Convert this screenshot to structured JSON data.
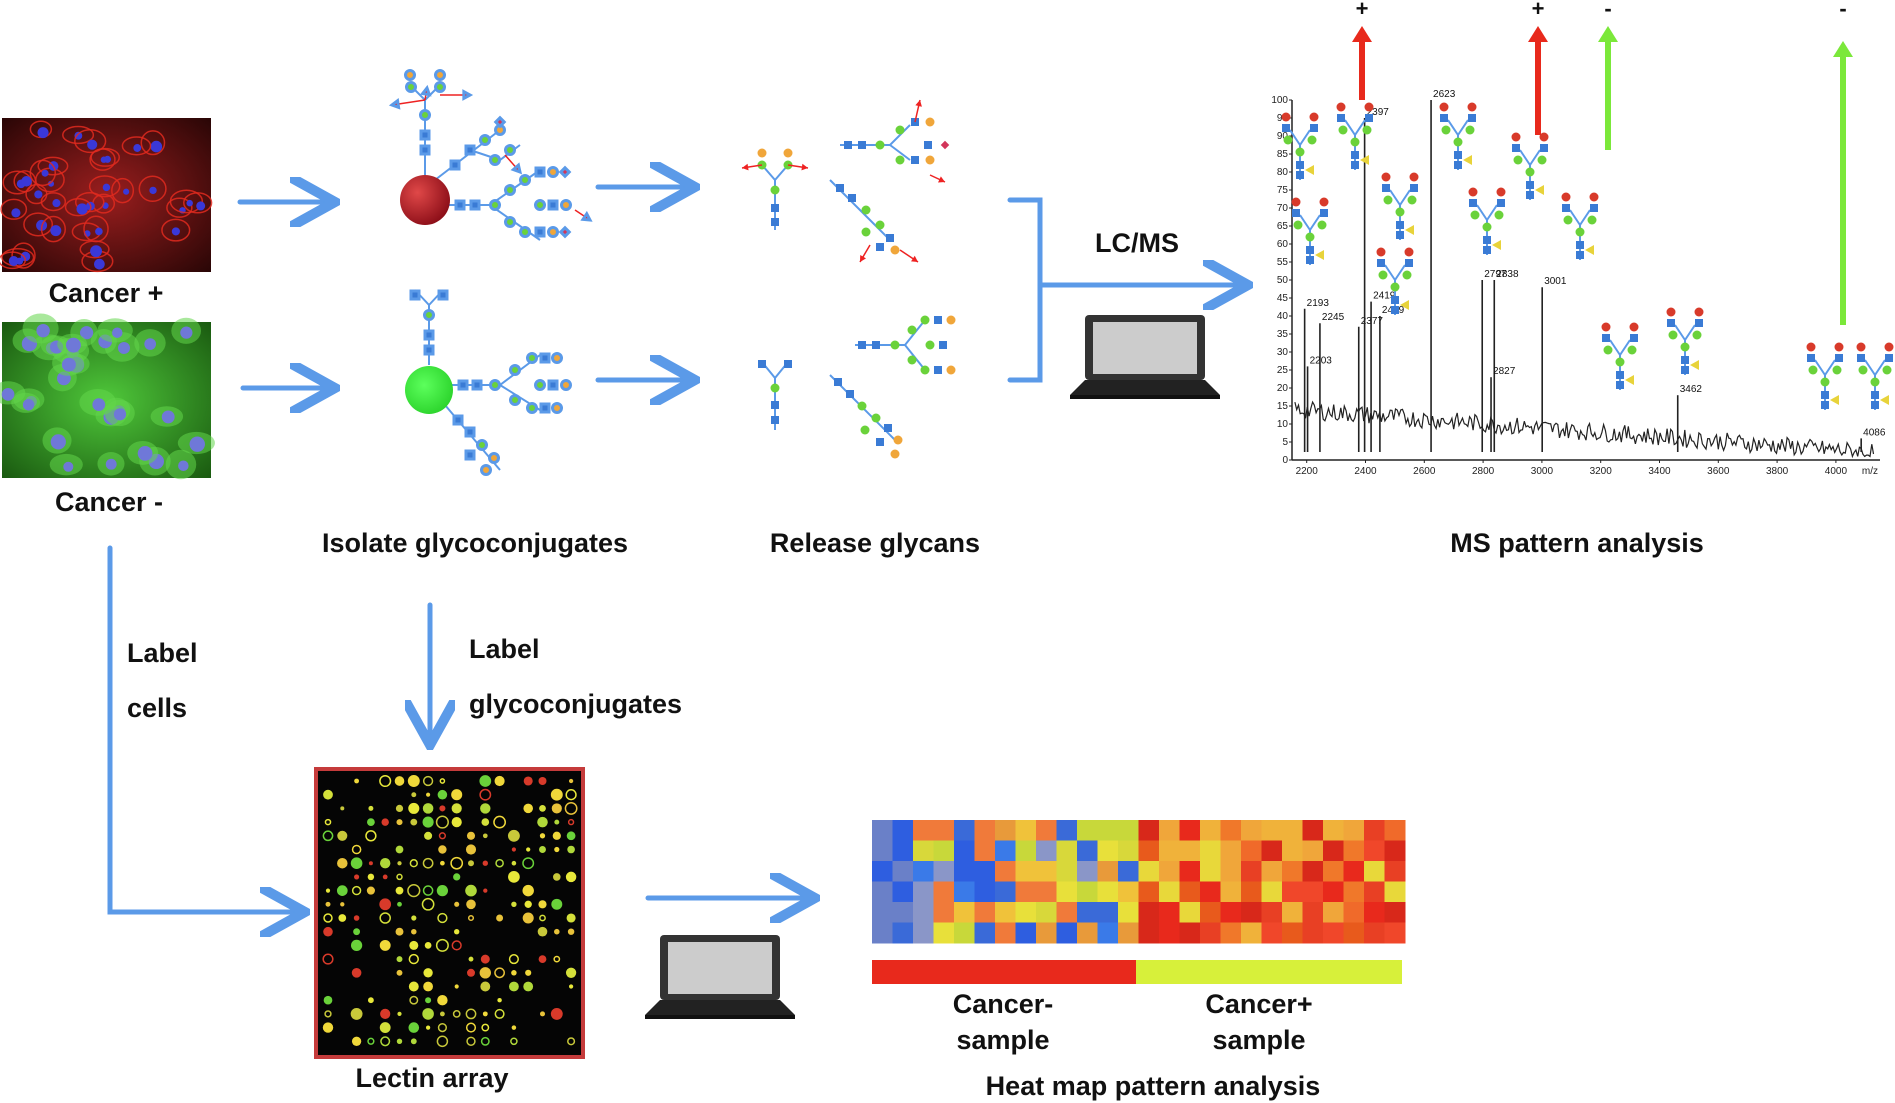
{
  "samples": {
    "cancer_pos_label": "Cancer +",
    "cancer_neg_label": "Cancer -"
  },
  "steps": {
    "isolate": "Isolate glycoconjugates",
    "release": "Release glycans",
    "lcms": "LC/MS",
    "ms_pattern": "MS pattern analysis",
    "label_cells_1": "Label",
    "label_cells_2": "cells",
    "label_glyco_1": "Label",
    "label_glyco_2": "glycoconjugates",
    "lectin_array": "Lectin array",
    "heatmap": "Heat map pattern analysis"
  },
  "heatmap": {
    "neg_sample_1": "Cancer-",
    "neg_sample_2": "sample",
    "pos_sample_1": "Cancer+",
    "pos_sample_2": "sample",
    "neg_bar_color": "#e8291c",
    "pos_bar_color": "#d7f03a"
  },
  "ms_spectrum": {
    "y_ticks": [
      "100",
      "95",
      "90",
      "85",
      "80",
      "75",
      "70",
      "65",
      "60",
      "55",
      "50",
      "45",
      "40",
      "35",
      "30",
      "25",
      "20",
      "15",
      "10",
      "5",
      "0"
    ],
    "x_ticks": [
      "2200",
      "2400",
      "2600",
      "2800",
      "3000",
      "3200",
      "3400",
      "3600",
      "3800",
      "4000"
    ],
    "x_unit": "m/z",
    "peaks": [
      "2193",
      "2245",
      "2203",
      "2377",
      "2397",
      "2419",
      "2449",
      "2623",
      "2797",
      "2838",
      "2827",
      "3001",
      "3462",
      "4086"
    ],
    "markers": [
      "+",
      "+",
      "-",
      "-"
    ],
    "marker_colors": [
      "#e8291c",
      "#e8291c",
      "#7be83a",
      "#7be83a"
    ]
  },
  "colors": {
    "arrow": "#5b9ae8",
    "red_bead": "#c8192a",
    "green_bead": "#3de83d"
  }
}
